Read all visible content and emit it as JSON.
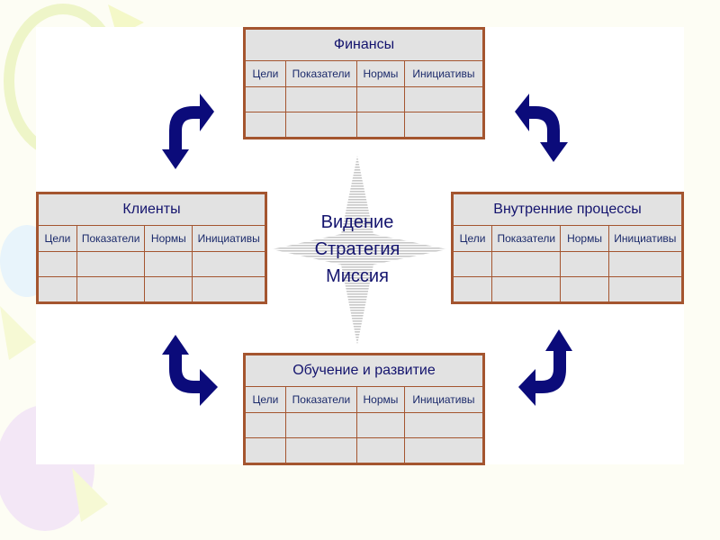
{
  "center": {
    "lines": [
      "Видение",
      "Стратегия",
      "Миссия"
    ]
  },
  "columns": [
    "Цели",
    "Показатели",
    "Нормы",
    "Инициативы"
  ],
  "perspectives": [
    {
      "id": "finance",
      "title": "Финансы"
    },
    {
      "id": "clients",
      "title": "Клиенты"
    },
    {
      "id": "internal",
      "title": "Внутренние процессы"
    },
    {
      "id": "learning",
      "title": "Обучение и развитие"
    }
  ],
  "colors": {
    "arrow": "#0b0b7a",
    "table_bg": "#e2e2e2",
    "border": "#a4552f",
    "text": "#14146e"
  }
}
